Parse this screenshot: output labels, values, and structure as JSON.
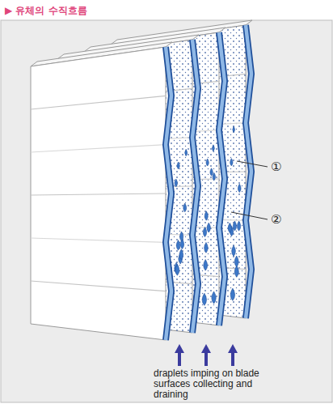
{
  "diagram": {
    "title": "▶ 유체의 수직흐름",
    "labels": [
      "①",
      "②",
      "draplets imping on blade surfaces collecting and draining"
    ]
  }
}
